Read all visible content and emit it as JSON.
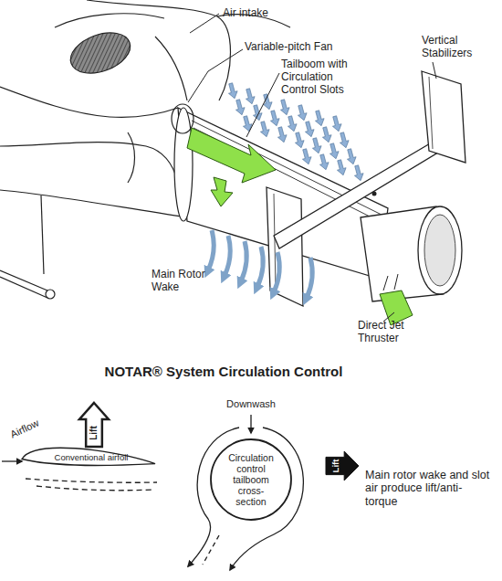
{
  "diagram": {
    "title": "NOTAR® System Circulation Control",
    "nodes": [
      {
        "text": [
          "Lift"
        ]
      },
      {
        "text": [
          "Conventional airfoil"
        ]
      },
      {
        "text": [
          "Circulation control tailboom cross-section"
        ]
      },
      {
        "text": [
          "Lift"
        ]
      }
    ],
    "labels": [
      "Air intake",
      "Variable-pitch Fan",
      "Tailboom with Circulation Control Slots",
      "Vertical Stabilizers",
      "Main Rotor Wake",
      "Direct Jet Thruster",
      "Airflow",
      "Downwash",
      "Main rotor wake and slot air produce lift/anti-torque"
    ]
  }
}
